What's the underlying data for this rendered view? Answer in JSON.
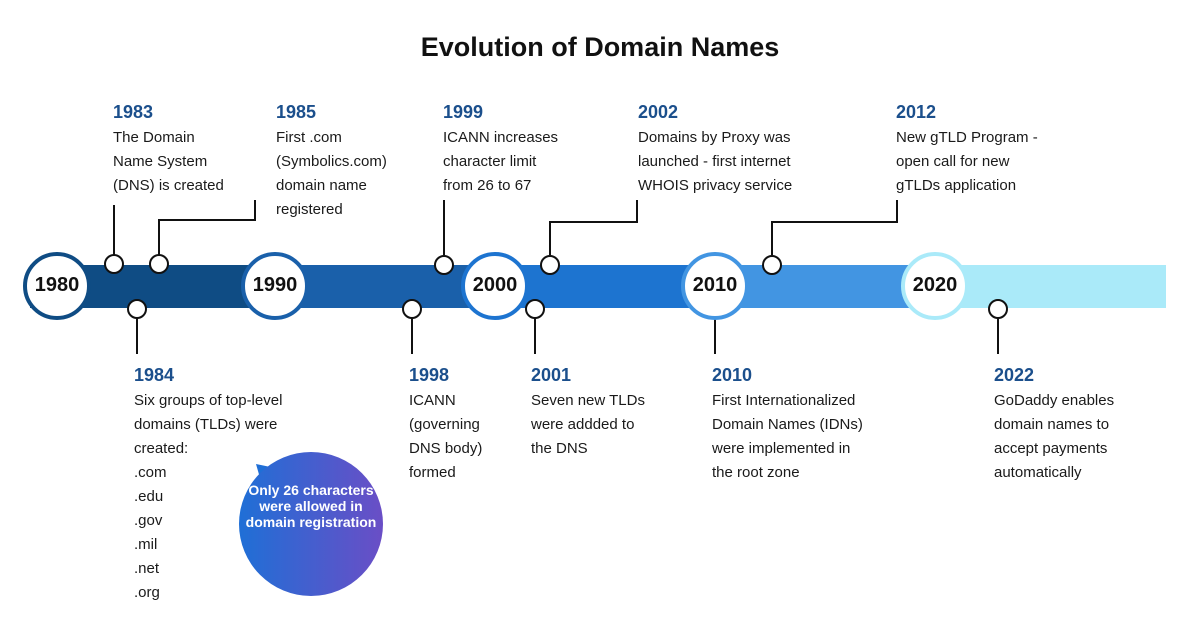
{
  "title": "Evolution of Domain Names",
  "decades": [
    "1980",
    "1990",
    "2000",
    "2010",
    "2020"
  ],
  "colors": {
    "seg1": "#0f4c84",
    "seg2": "#1a60aa",
    "seg3": "#1d74d0",
    "seg4": "#4295e2",
    "seg5": "#aaeaf9",
    "year": "#1b4f8c"
  },
  "events": [
    {
      "year": "1983",
      "lines": [
        "The Domain",
        "Name System",
        "(DNS) is created"
      ]
    },
    {
      "year": "1985",
      "lines": [
        "First .com",
        "(Symbolics.com)",
        "domain name",
        "registered"
      ]
    },
    {
      "year": "1999",
      "lines": [
        "ICANN increases",
        "character limit",
        "from 26 to 67"
      ]
    },
    {
      "year": "2002",
      "lines": [
        "Domains by Proxy was",
        "launched - first internet",
        "WHOIS privacy service"
      ]
    },
    {
      "year": "2012",
      "lines": [
        "New gTLD Program -",
        "open call for new",
        "gTLDs application"
      ]
    },
    {
      "year": "1984",
      "lines": [
        "Six groups of top-level",
        "domains (TLDs) were",
        "created:",
        ".com",
        ".edu",
        ".gov",
        ".mil",
        ".net",
        ".org"
      ]
    },
    {
      "year": "1998",
      "lines": [
        "ICANN",
        "(governing",
        "DNS body)",
        "formed"
      ]
    },
    {
      "year": "2001",
      "lines": [
        "Seven new TLDs",
        "were addded to",
        "the DNS"
      ]
    },
    {
      "year": "2010",
      "lines": [
        "First Internationalized",
        "Domain Names (IDNs)",
        "were implemented in",
        "the root zone"
      ]
    },
    {
      "year": "2022",
      "lines": [
        "GoDaddy enables",
        "domain names to",
        "accept payments",
        "automatically"
      ]
    }
  ],
  "callout": "Only 26 characters were allowed in domain registration"
}
